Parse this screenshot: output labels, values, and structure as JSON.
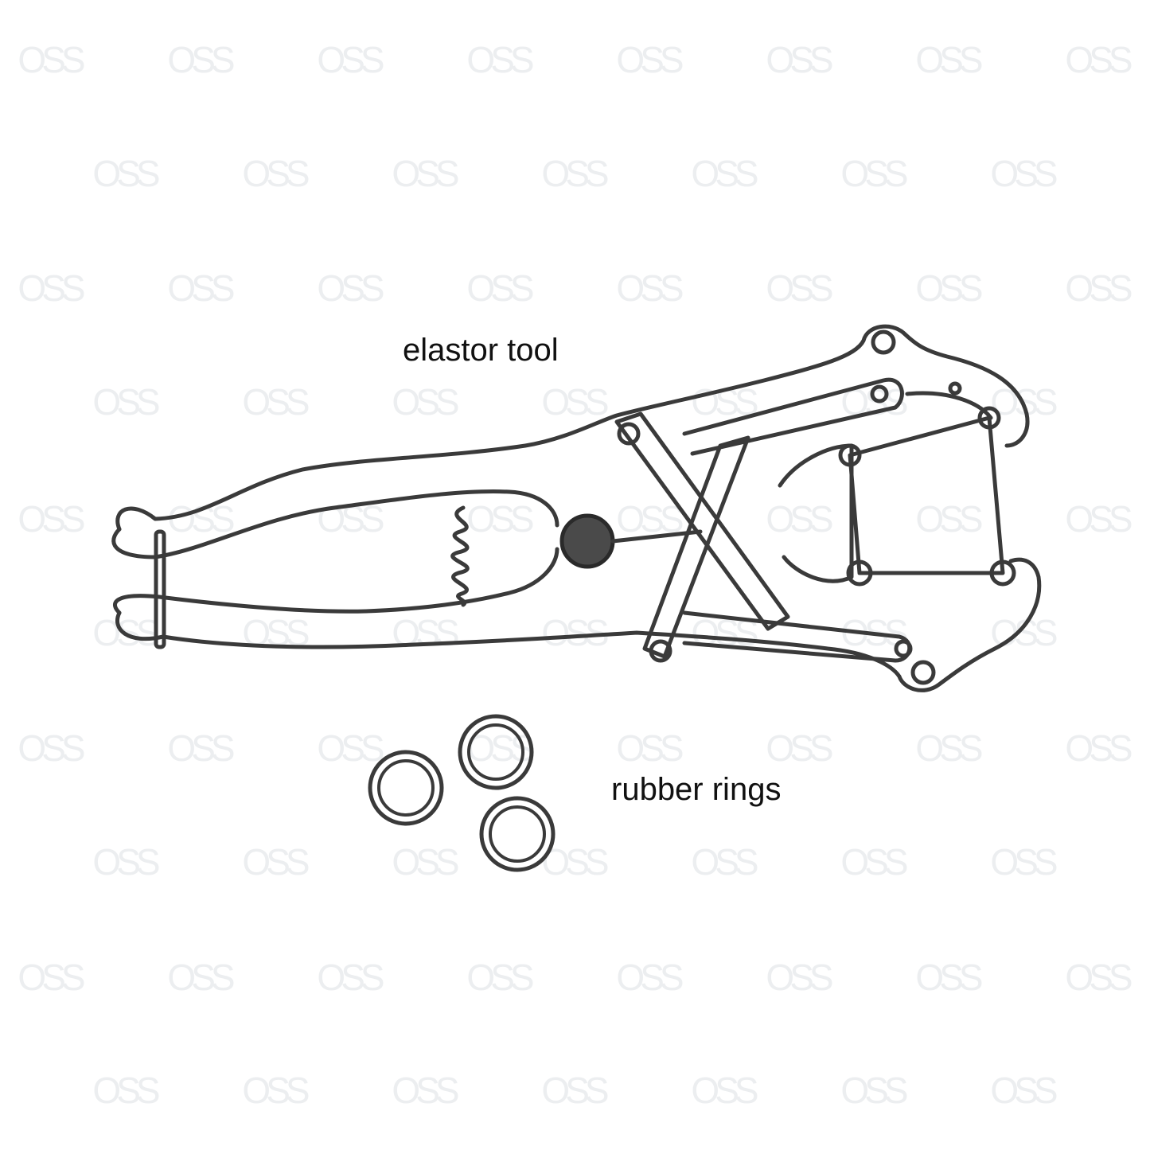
{
  "labels": {
    "tool": "elastor tool",
    "rings": "rubber rings"
  },
  "watermark": {
    "text": "OSS",
    "color": "#eceef0",
    "rows_y": [
      75,
      218,
      362,
      505,
      652,
      795,
      940,
      1083,
      1228,
      1370
    ],
    "odd_cols_x": [
      62,
      250,
      438,
      626,
      814,
      1002,
      1190,
      1378
    ],
    "even_cols_x": [
      156,
      344,
      532,
      720,
      908,
      1096,
      1284
    ]
  },
  "colors": {
    "ink": "#3a3a3a",
    "background": "#ffffff",
    "text": "#111111"
  },
  "illustration": {
    "subject": "elastrator castration tool with three rubber rings",
    "ring_count": 3
  }
}
